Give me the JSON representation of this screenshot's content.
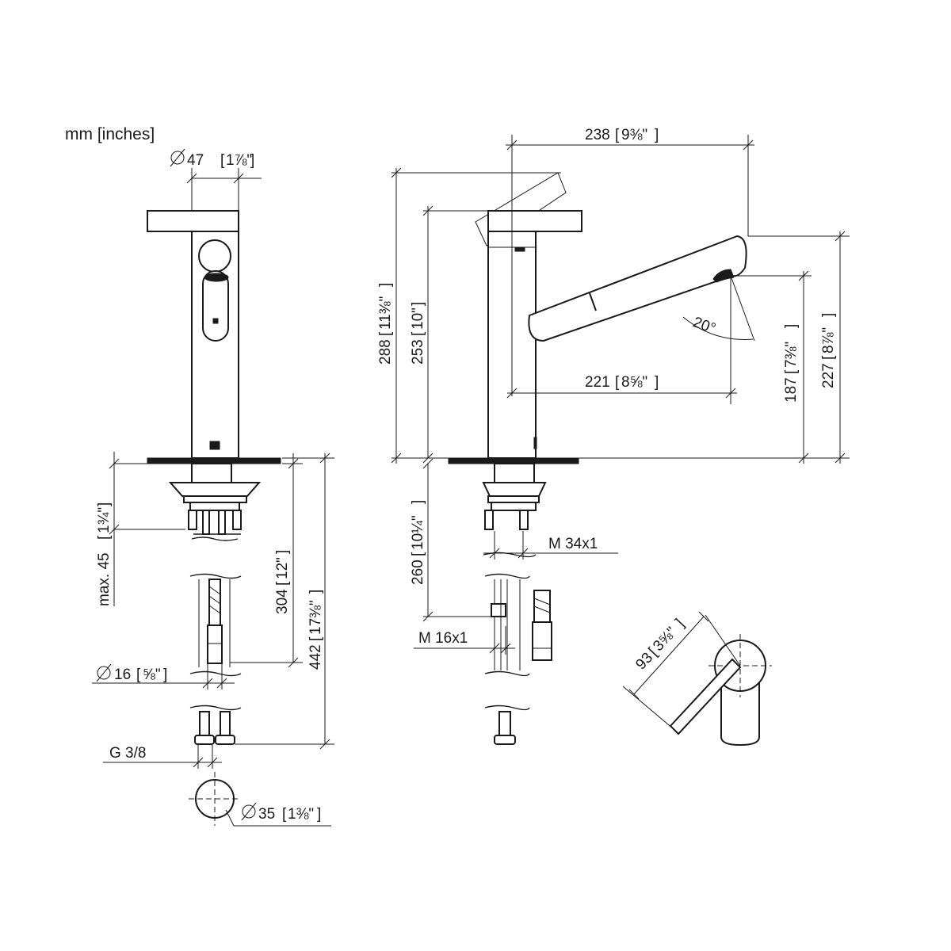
{
  "units_label": "mm [inches]",
  "front_view": {
    "top_diameter": {
      "mm": "47",
      "inch": "1⅞\""
    },
    "mount_depth": {
      "mm": "max. 45",
      "inch": "1¾\""
    },
    "hose_length": {
      "mm": "304",
      "inch": "12\""
    },
    "total_length": {
      "mm": "442",
      "inch": "17⅜\""
    },
    "hose_diameter": {
      "mm": "16",
      "inch": "⅝\""
    },
    "connection_thread": "G 3/8",
    "base_diameter": {
      "mm": "35",
      "inch": "1⅜\""
    }
  },
  "side_view": {
    "spout_reach": {
      "mm": "238",
      "inch": "9⅜\""
    },
    "max_height": {
      "mm": "288",
      "inch": "11⅜\""
    },
    "body_height": {
      "mm": "253",
      "inch": "10\""
    },
    "swivel_angle": "20°",
    "aerator_reach": {
      "mm": "221",
      "inch": "8⅝\""
    },
    "aerator_height": {
      "mm": "187",
      "inch": "7⅜\""
    },
    "spout_height": {
      "mm": "227",
      "inch": "8⅞\""
    },
    "mount_thread": "M 34x1",
    "below_deck": {
      "mm": "260",
      "inch": "10¼\""
    },
    "hose_thread": "M 16x1"
  },
  "top_view": {
    "handle_radius": {
      "mm": "93",
      "inch": "3⅝\""
    }
  }
}
